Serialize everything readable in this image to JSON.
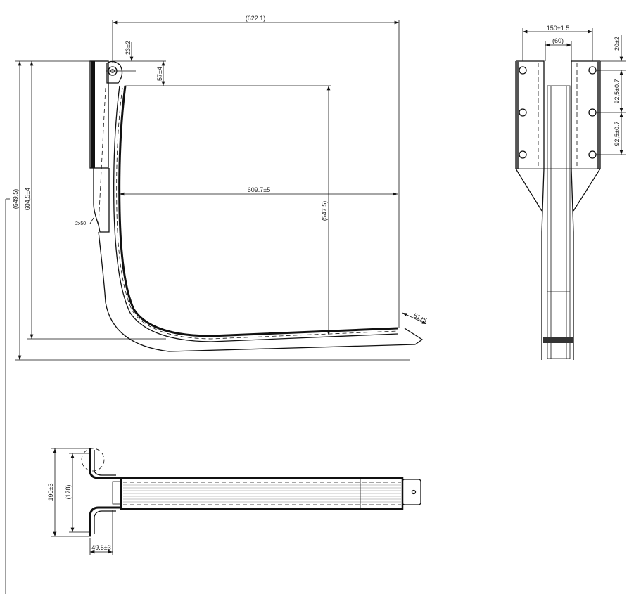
{
  "side_view": {
    "dims": {
      "overall_width": "(622.1)",
      "top_offset": "23±2",
      "pivot_drop": "57±4",
      "overall_height": "(649.5)",
      "height_tol": "604,5±4",
      "chamfer": "2x50",
      "inner_width": "609.7±5",
      "inner_height": "(547.5)",
      "tip_length": "51±5"
    }
  },
  "front_view": {
    "dims": {
      "plate_width": "150±1.5",
      "channel_width": "(60)",
      "top_to_hole": "20±2",
      "hole_pitch_1": "92,5±0.7",
      "hole_pitch_2": "92,5±0.7"
    }
  },
  "top_view": {
    "dims": {
      "flange_height": "190±3",
      "flange_inner": "(178)",
      "flange_depth": "49.5±3"
    }
  }
}
